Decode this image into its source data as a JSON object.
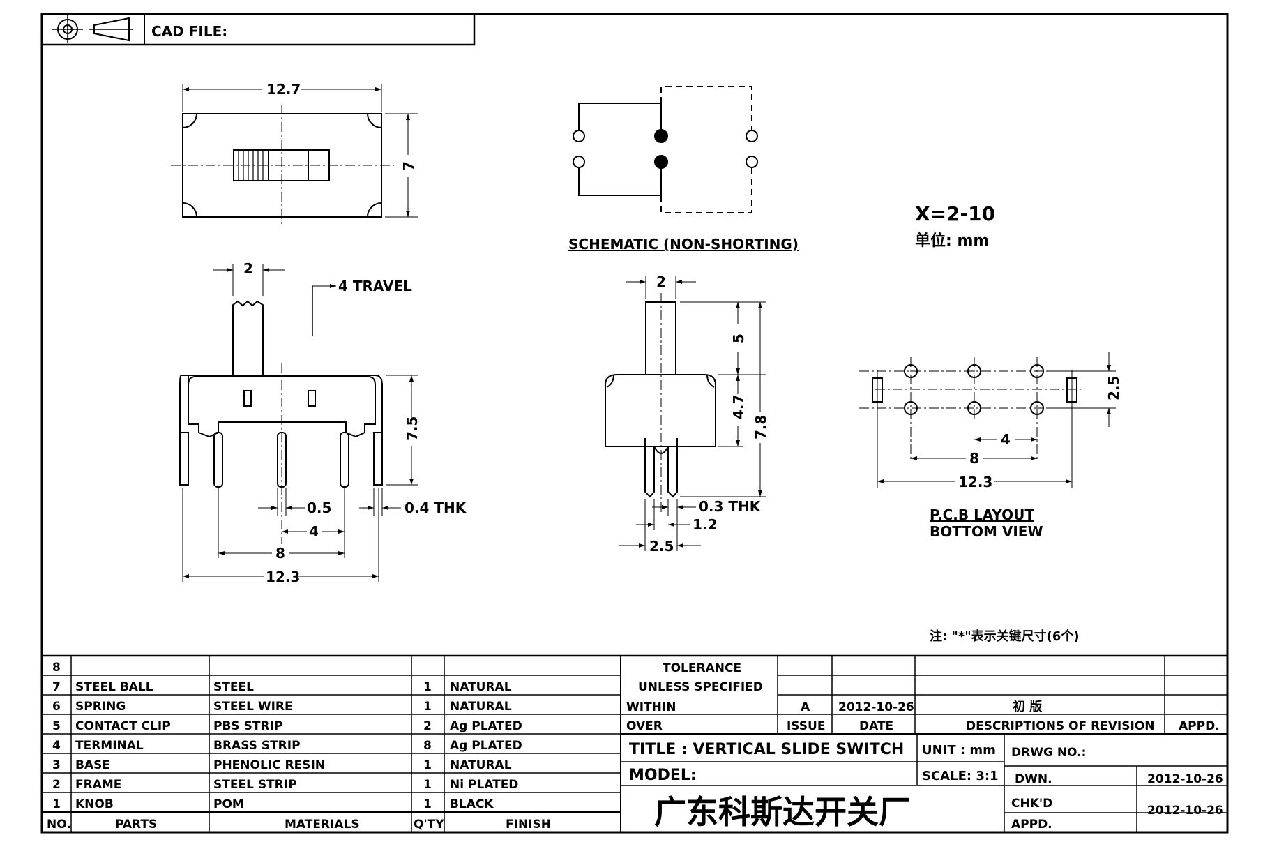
{
  "header": {
    "cad_file_label": "CAD FILE:"
  },
  "top_view": {
    "width_dim": "12.7",
    "height_dim": "7"
  },
  "schematic": {
    "caption": "SCHEMATIC (NON-SHORTING)"
  },
  "note_right": {
    "x_range": "X=2-10",
    "unit": "单位: mm"
  },
  "front_view": {
    "actuator_width": "2",
    "travel": "4 TRAVEL",
    "height": "7.5",
    "pin_width": "0.5",
    "pin_pitch": "4",
    "outer_pin_span": "8",
    "overall_width": "12.3",
    "frame_thk": "0.4 THK"
  },
  "side_view": {
    "actuator_width": "2",
    "actuator_height": "5",
    "body_height": "4.7",
    "overall_height": "7.8",
    "pin_thk": "0.3 THK",
    "pin_dim": "1.2",
    "pin_span": "2.5"
  },
  "pcb": {
    "row_pitch": "2.5",
    "pitch": "4",
    "span": "8",
    "overall": "12.3",
    "caption_line1": "P.C.B LAYOUT",
    "caption_line2": "BOTTOM VIEW"
  },
  "footnote": "注: \"*\"表示关键尺寸(6个)",
  "bom": {
    "rows": [
      {
        "no": "8",
        "part": "",
        "material": "",
        "qty": "",
        "finish": ""
      },
      {
        "no": "7",
        "part": "STEEL BALL",
        "material": "STEEL",
        "qty": "1",
        "finish": "NATURAL"
      },
      {
        "no": "6",
        "part": "SPRING",
        "material": "STEEL WIRE",
        "qty": "1",
        "finish": "NATURAL"
      },
      {
        "no": "5",
        "part": "CONTACT CLIP",
        "material": "PBS STRIP",
        "qty": "2",
        "finish": "Ag PLATED"
      },
      {
        "no": "4",
        "part": "TERMINAL",
        "material": "BRASS STRIP",
        "qty": "8",
        "finish": "Ag PLATED"
      },
      {
        "no": "3",
        "part": "BASE",
        "material": "PHENOLIC RESIN",
        "qty": "1",
        "finish": "NATURAL"
      },
      {
        "no": "2",
        "part": "FRAME",
        "material": "STEEL STRIP",
        "qty": "1",
        "finish": "Ni PLATED"
      },
      {
        "no": "1",
        "part": "KNOB",
        "material": "POM",
        "qty": "1",
        "finish": "BLACK"
      }
    ],
    "headers": {
      "no": "NO.",
      "parts": "PARTS",
      "materials": "MATERIALS",
      "qty": "Q'TY",
      "finish": "FINISH"
    }
  },
  "title_block": {
    "tolerance": "TOLERANCE",
    "unless": "UNLESS SPECIFIED",
    "within": "WITHIN",
    "over": "OVER",
    "issue_value": "A",
    "issue_date": "2012-10-26",
    "revision_desc": "初 版",
    "issue_label": "ISSUE",
    "date_label": "DATE",
    "desc_label": "DESCRIPTIONS OF REVISION",
    "appd_label": "APPD.",
    "title": "TITLE :  VERTICAL SLIDE SWITCH",
    "unit": "UNIT :  mm",
    "drwg_no": "DRWG NO.:",
    "model": "MODEL:",
    "scale": "SCALE:  3:1",
    "dwn": "DWN.",
    "dwn_date": "2012-10-26",
    "chkd": "CHK'D",
    "chkd_date": "2012-10-26",
    "appd": "APPD.",
    "company": "广东科斯达开关厂"
  }
}
